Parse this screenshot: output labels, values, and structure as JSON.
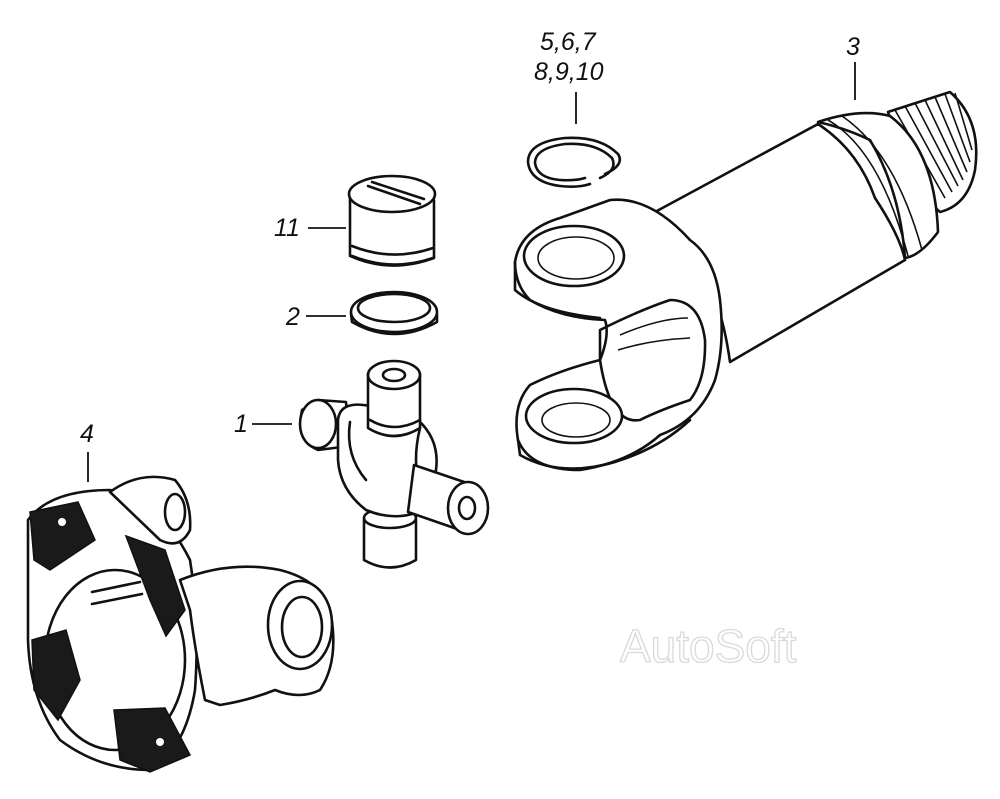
{
  "labels": {
    "part1": "1",
    "part2": "2",
    "part3": "3",
    "part4": "4",
    "part11": "11",
    "part_ring_line1": "5,6,7",
    "part_ring_line2": "8,9,10"
  },
  "watermark": "AutoSoft"
}
